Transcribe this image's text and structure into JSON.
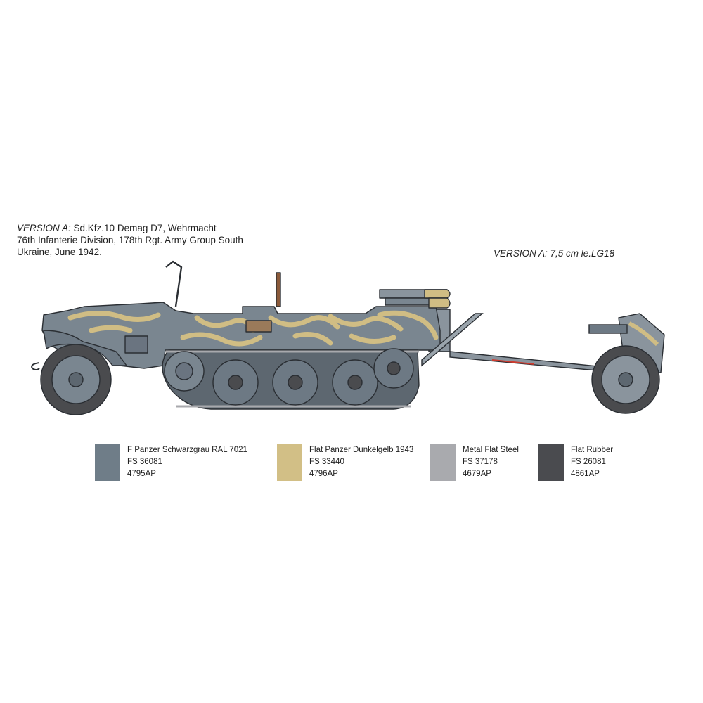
{
  "captions": {
    "left": {
      "version": "VERSION A:",
      "line1_rest": " Sd.Kfz.10 Demag D7, Wehrmacht",
      "line2": "76th Infanterie Division, 178th Rgt. Army Group South",
      "line3": "Ukraine, June 1942."
    },
    "right": {
      "version": "VERSION A:",
      "rest": " 7,5 cm le.LG18"
    }
  },
  "colors": {
    "grey": "#7a8690",
    "camo": "#d0bd84",
    "steel": "#a8a9ad",
    "rubber": "#4a4b4e",
    "outline": "#2a2e33"
  },
  "paints": [
    {
      "name": "F Panzer Schwarzgrau RAL 7021",
      "fs": "FS 36081",
      "code": "4795AP",
      "color": "#6f7d88"
    },
    {
      "name": "Flat Panzer Dunkelgelb 1943",
      "fs": "FS 33440",
      "code": "4796AP",
      "color": "#d2bf86"
    },
    {
      "name": "Metal Flat Steel",
      "fs": "FS 37178",
      "code": "4679AP",
      "color": "#a9aaae"
    },
    {
      "name": "Flat Rubber",
      "fs": "FS 26081",
      "code": "4861AP",
      "color": "#4a4b4f"
    }
  ]
}
